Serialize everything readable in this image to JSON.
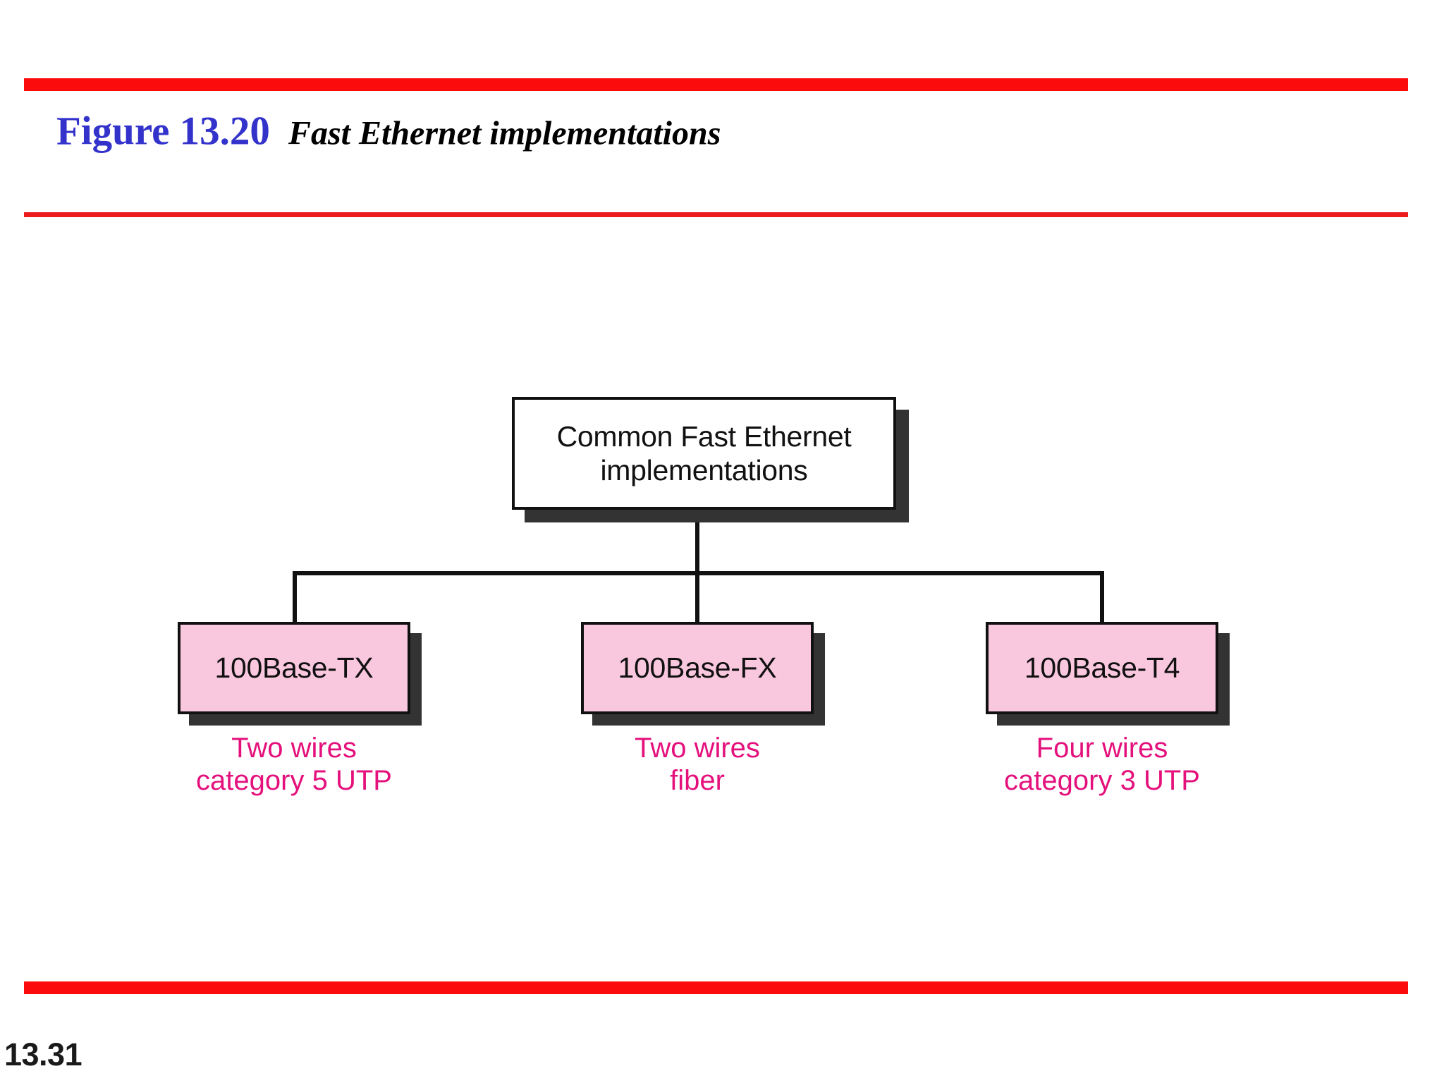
{
  "slide": {
    "page_number": "13.31",
    "title": {
      "figure_label": "Figure 13.20",
      "caption": "Fast Ethernet implementations",
      "figure_label_color": "#3333cc",
      "caption_color": "#000000"
    },
    "colors": {
      "rule_red": "#fb0b0b",
      "thin_rule_red": "#ed1c1c",
      "node_pink": "#fac8de",
      "caption_magenta": "#e4117c",
      "shadow_gray": "#333333",
      "border_black": "#111111",
      "background": "#ffffff"
    }
  },
  "chart_data": {
    "type": "diagram",
    "subtype": "tree",
    "title": "Common Fast Ethernet implementations",
    "root": {
      "label_line1": "Common Fast Ethernet",
      "label_line2": "implementations",
      "fill": "#ffffff"
    },
    "children": [
      {
        "label": "100Base-TX",
        "caption_line1": "Two wires",
        "caption_line2": "category 5 UTP",
        "fill": "#fac8de"
      },
      {
        "label": "100Base-FX",
        "caption_line1": "Two wires",
        "caption_line2": "fiber",
        "fill": "#fac8de"
      },
      {
        "label": "100Base-T4",
        "caption_line1": "Four  wires",
        "caption_line2": "category 3 UTP",
        "fill": "#fac8de"
      }
    ]
  }
}
